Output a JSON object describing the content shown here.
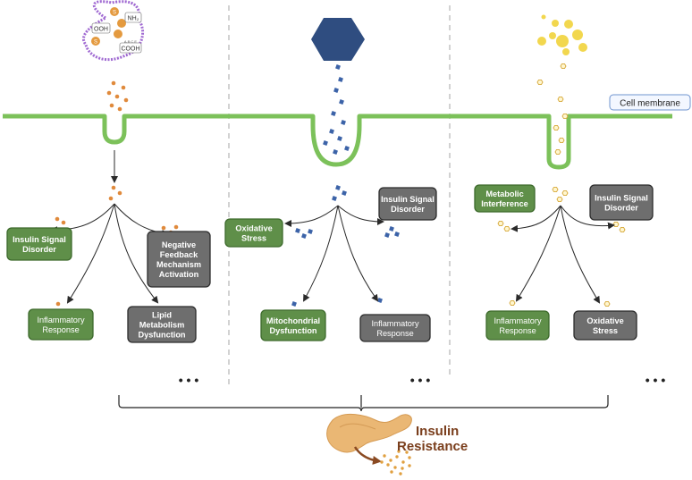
{
  "membrane_label": "Cell membrane",
  "panels": [
    {
      "id": "peptide",
      "molecule_labels": {
        "n_term": "NH₂",
        "c_term": "COOH",
        "oh": "OOH",
        "ss": "S",
        "mini": "A.B.C.E"
      },
      "boxes": [
        {
          "lines": [
            "Insulin Signal",
            "Disorder"
          ],
          "style": "green-bold"
        },
        {
          "lines": [
            "Negative",
            "Feedback",
            "Mechanism",
            "Activation"
          ],
          "style": "gray-bold"
        },
        {
          "lines": [
            "Inflammatory",
            "Response"
          ],
          "style": "green-plain"
        },
        {
          "lines": [
            "Lipid",
            "Metabolism",
            "Dysfunction"
          ],
          "style": "gray-bold"
        }
      ],
      "ellipsis": "• • •"
    },
    {
      "id": "hexagon",
      "boxes": [
        {
          "lines": [
            "Oxidative",
            "Stress"
          ],
          "style": "green-bold"
        },
        {
          "lines": [
            "Insulin Signal",
            "Disorder"
          ],
          "style": "gray-bold"
        },
        {
          "lines": [
            "Mitochondrial",
            "Dysfunction"
          ],
          "style": "green-bold"
        },
        {
          "lines": [
            "Inflammatory",
            "Response"
          ],
          "style": "gray-plain"
        }
      ],
      "ellipsis": "• • •"
    },
    {
      "id": "lipid",
      "boxes": [
        {
          "lines": [
            "Metabolic",
            "Interference"
          ],
          "style": "green-bold"
        },
        {
          "lines": [
            "Insulin Signal",
            "Disorder"
          ],
          "style": "gray-bold"
        },
        {
          "lines": [
            "Inflammatory",
            "Response"
          ],
          "style": "green-plain"
        },
        {
          "lines": [
            "Oxidative",
            "Stress"
          ],
          "style": "gray-bold"
        }
      ],
      "ellipsis": "• • •"
    }
  ],
  "outcome": {
    "lines": [
      "Insulin",
      "Resistance"
    ],
    "color": "#7a3e1c"
  },
  "colors": {
    "membrane": "#7cc15a",
    "green_box": "#5f8f49",
    "gray_box": "#6e6e6e",
    "orange_dot": "#e08a3c",
    "blue_square": "#3c63a8",
    "hexagon": "#2f4d80",
    "yellow_drop": "#f2d74e",
    "pancreas": "#eab774"
  }
}
